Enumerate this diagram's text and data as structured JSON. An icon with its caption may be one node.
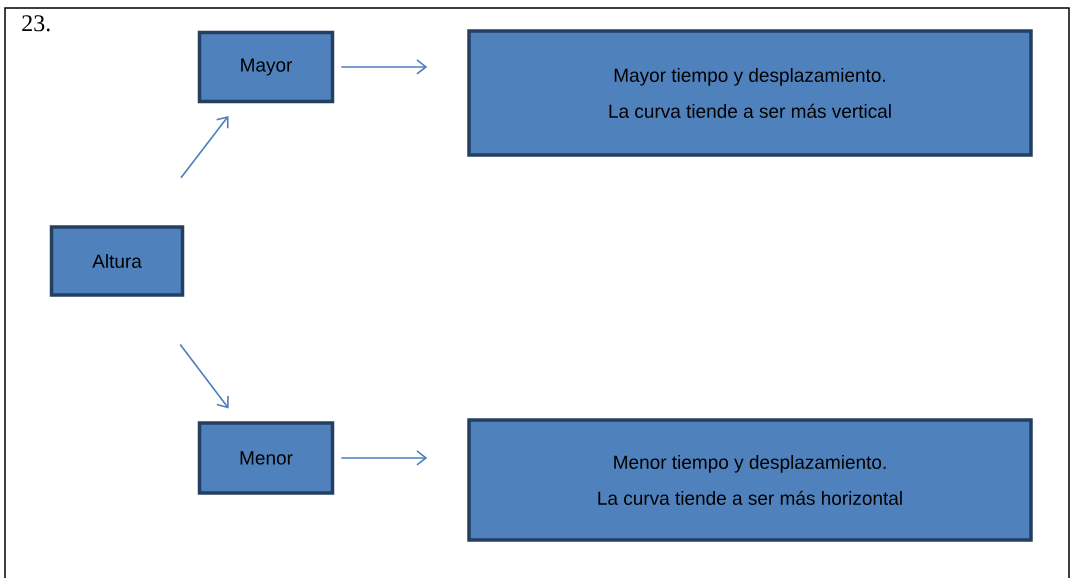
{
  "diagram": {
    "nodes": [
      {
        "text": [
          "Altura"
        ]
      },
      {
        "text": [
          "Mayor"
        ]
      },
      {
        "text": [
          "Menor"
        ]
      },
      {
        "text": [
          "Mayor tiempo y desplazamiento.",
          "La curva tiende a ser más vertical"
        ]
      },
      {
        "text": [
          "Menor tiempo y desplazamiento.",
          "La curva tiende a ser más horizontal"
        ]
      }
    ],
    "edges": [
      {
        "from": 0,
        "to": 1,
        "arrow": "to"
      },
      {
        "from": 0,
        "to": 2,
        "arrow": "to"
      },
      {
        "from": 1,
        "to": 3,
        "arrow": "to"
      },
      {
        "from": 2,
        "to": 4,
        "arrow": "to"
      }
    ],
    "labels": [
      "23."
    ]
  }
}
